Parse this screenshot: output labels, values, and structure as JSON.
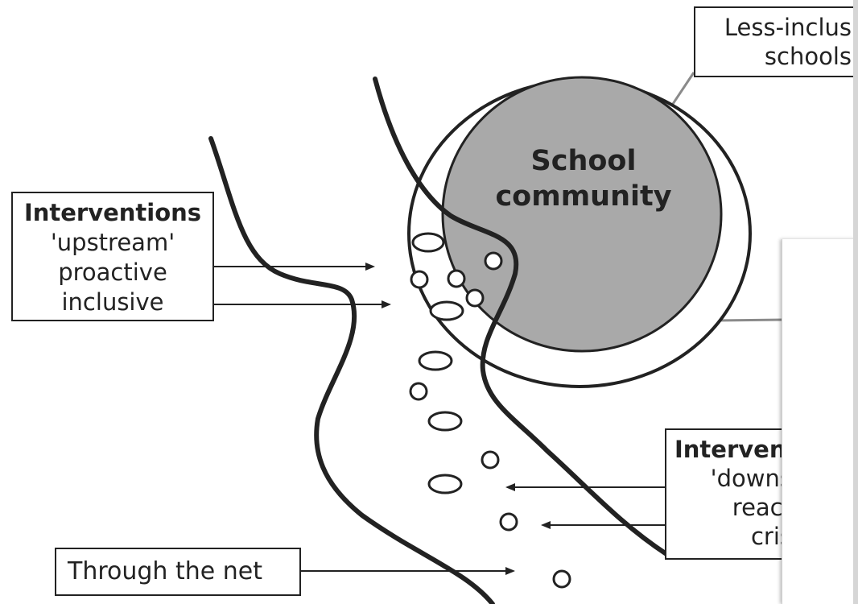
{
  "upstream_box": {
    "title": "Interventions",
    "line2": "'upstream'",
    "line3": "proactive",
    "line4": "inclusive"
  },
  "less_inclusive_box": {
    "line1": "Less-inclus",
    "line2": "schools"
  },
  "community": {
    "line1": "School",
    "line2": "community"
  },
  "downstream_box": {
    "title": "Interven",
    "line2": "'downs",
    "line3": "react",
    "line4": "cris"
  },
  "through_box": {
    "label": "Through the net"
  },
  "colors": {
    "ink": "#222222",
    "circle_fill": "#a9a9a9",
    "connector": "#8a8a8a"
  }
}
